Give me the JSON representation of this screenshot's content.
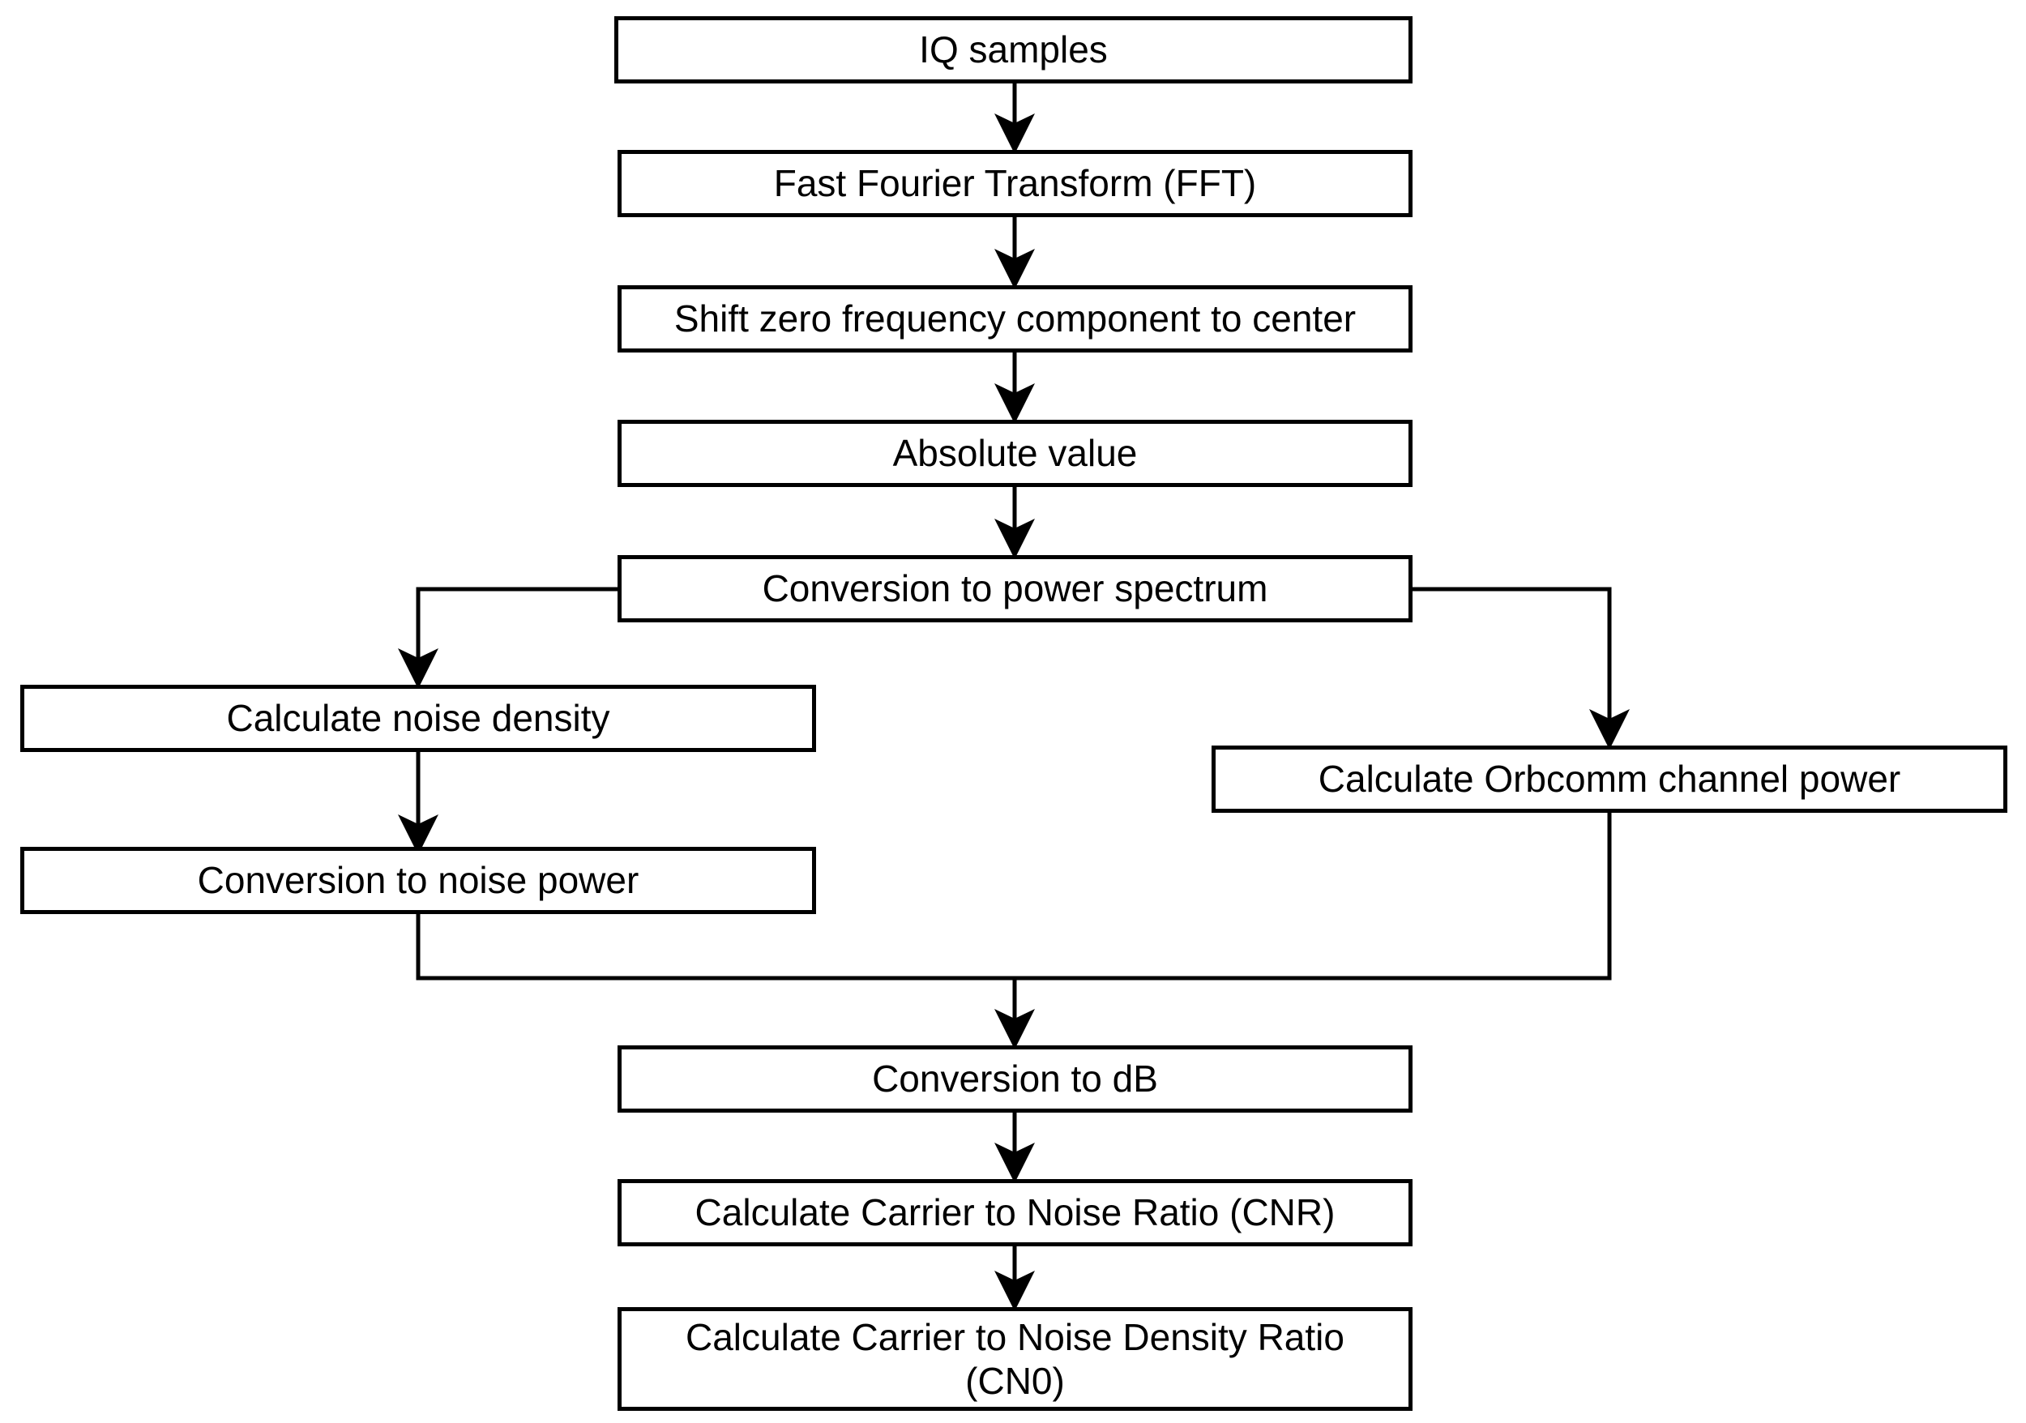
{
  "diagram": {
    "title": "Signal processing flowchart for Orbcomm CNR and CN0 computation",
    "colors": {
      "background": "#ffffff",
      "box_border": "#000000",
      "box_fill": "#ffffff",
      "text": "#000000",
      "edge": "#000000"
    },
    "nodes": [
      {
        "id": "iq-samples",
        "label": "IQ samples"
      },
      {
        "id": "fft",
        "label": "Fast Fourier Transform (FFT)"
      },
      {
        "id": "fftshift",
        "label": "Shift zero frequency component to center"
      },
      {
        "id": "absolute-value",
        "label": "Absolute value"
      },
      {
        "id": "power-spectrum",
        "label": "Conversion to power spectrum"
      },
      {
        "id": "noise-density",
        "label": "Calculate noise density"
      },
      {
        "id": "noise-power",
        "label": "Conversion to noise power"
      },
      {
        "id": "orbcomm-channel-power",
        "label": "Calculate Orbcomm channel power"
      },
      {
        "id": "conversion-db",
        "label": "Conversion to dB"
      },
      {
        "id": "cnr",
        "label": "Calculate Carrier to Noise Ratio (CNR)"
      },
      {
        "id": "cn0",
        "label": "Calculate Carrier to Noise Density Ratio\n(CN0)"
      }
    ],
    "edges": [
      {
        "from": "iq-samples",
        "to": "fft"
      },
      {
        "from": "fft",
        "to": "fftshift"
      },
      {
        "from": "fftshift",
        "to": "absolute-value"
      },
      {
        "from": "absolute-value",
        "to": "power-spectrum"
      },
      {
        "from": "power-spectrum",
        "to": "noise-density"
      },
      {
        "from": "power-spectrum",
        "to": "orbcomm-channel-power"
      },
      {
        "from": "noise-density",
        "to": "noise-power"
      },
      {
        "from": "noise-power",
        "to": "conversion-db"
      },
      {
        "from": "orbcomm-channel-power",
        "to": "conversion-db"
      },
      {
        "from": "conversion-db",
        "to": "cnr"
      },
      {
        "from": "cnr",
        "to": "cn0"
      }
    ]
  }
}
